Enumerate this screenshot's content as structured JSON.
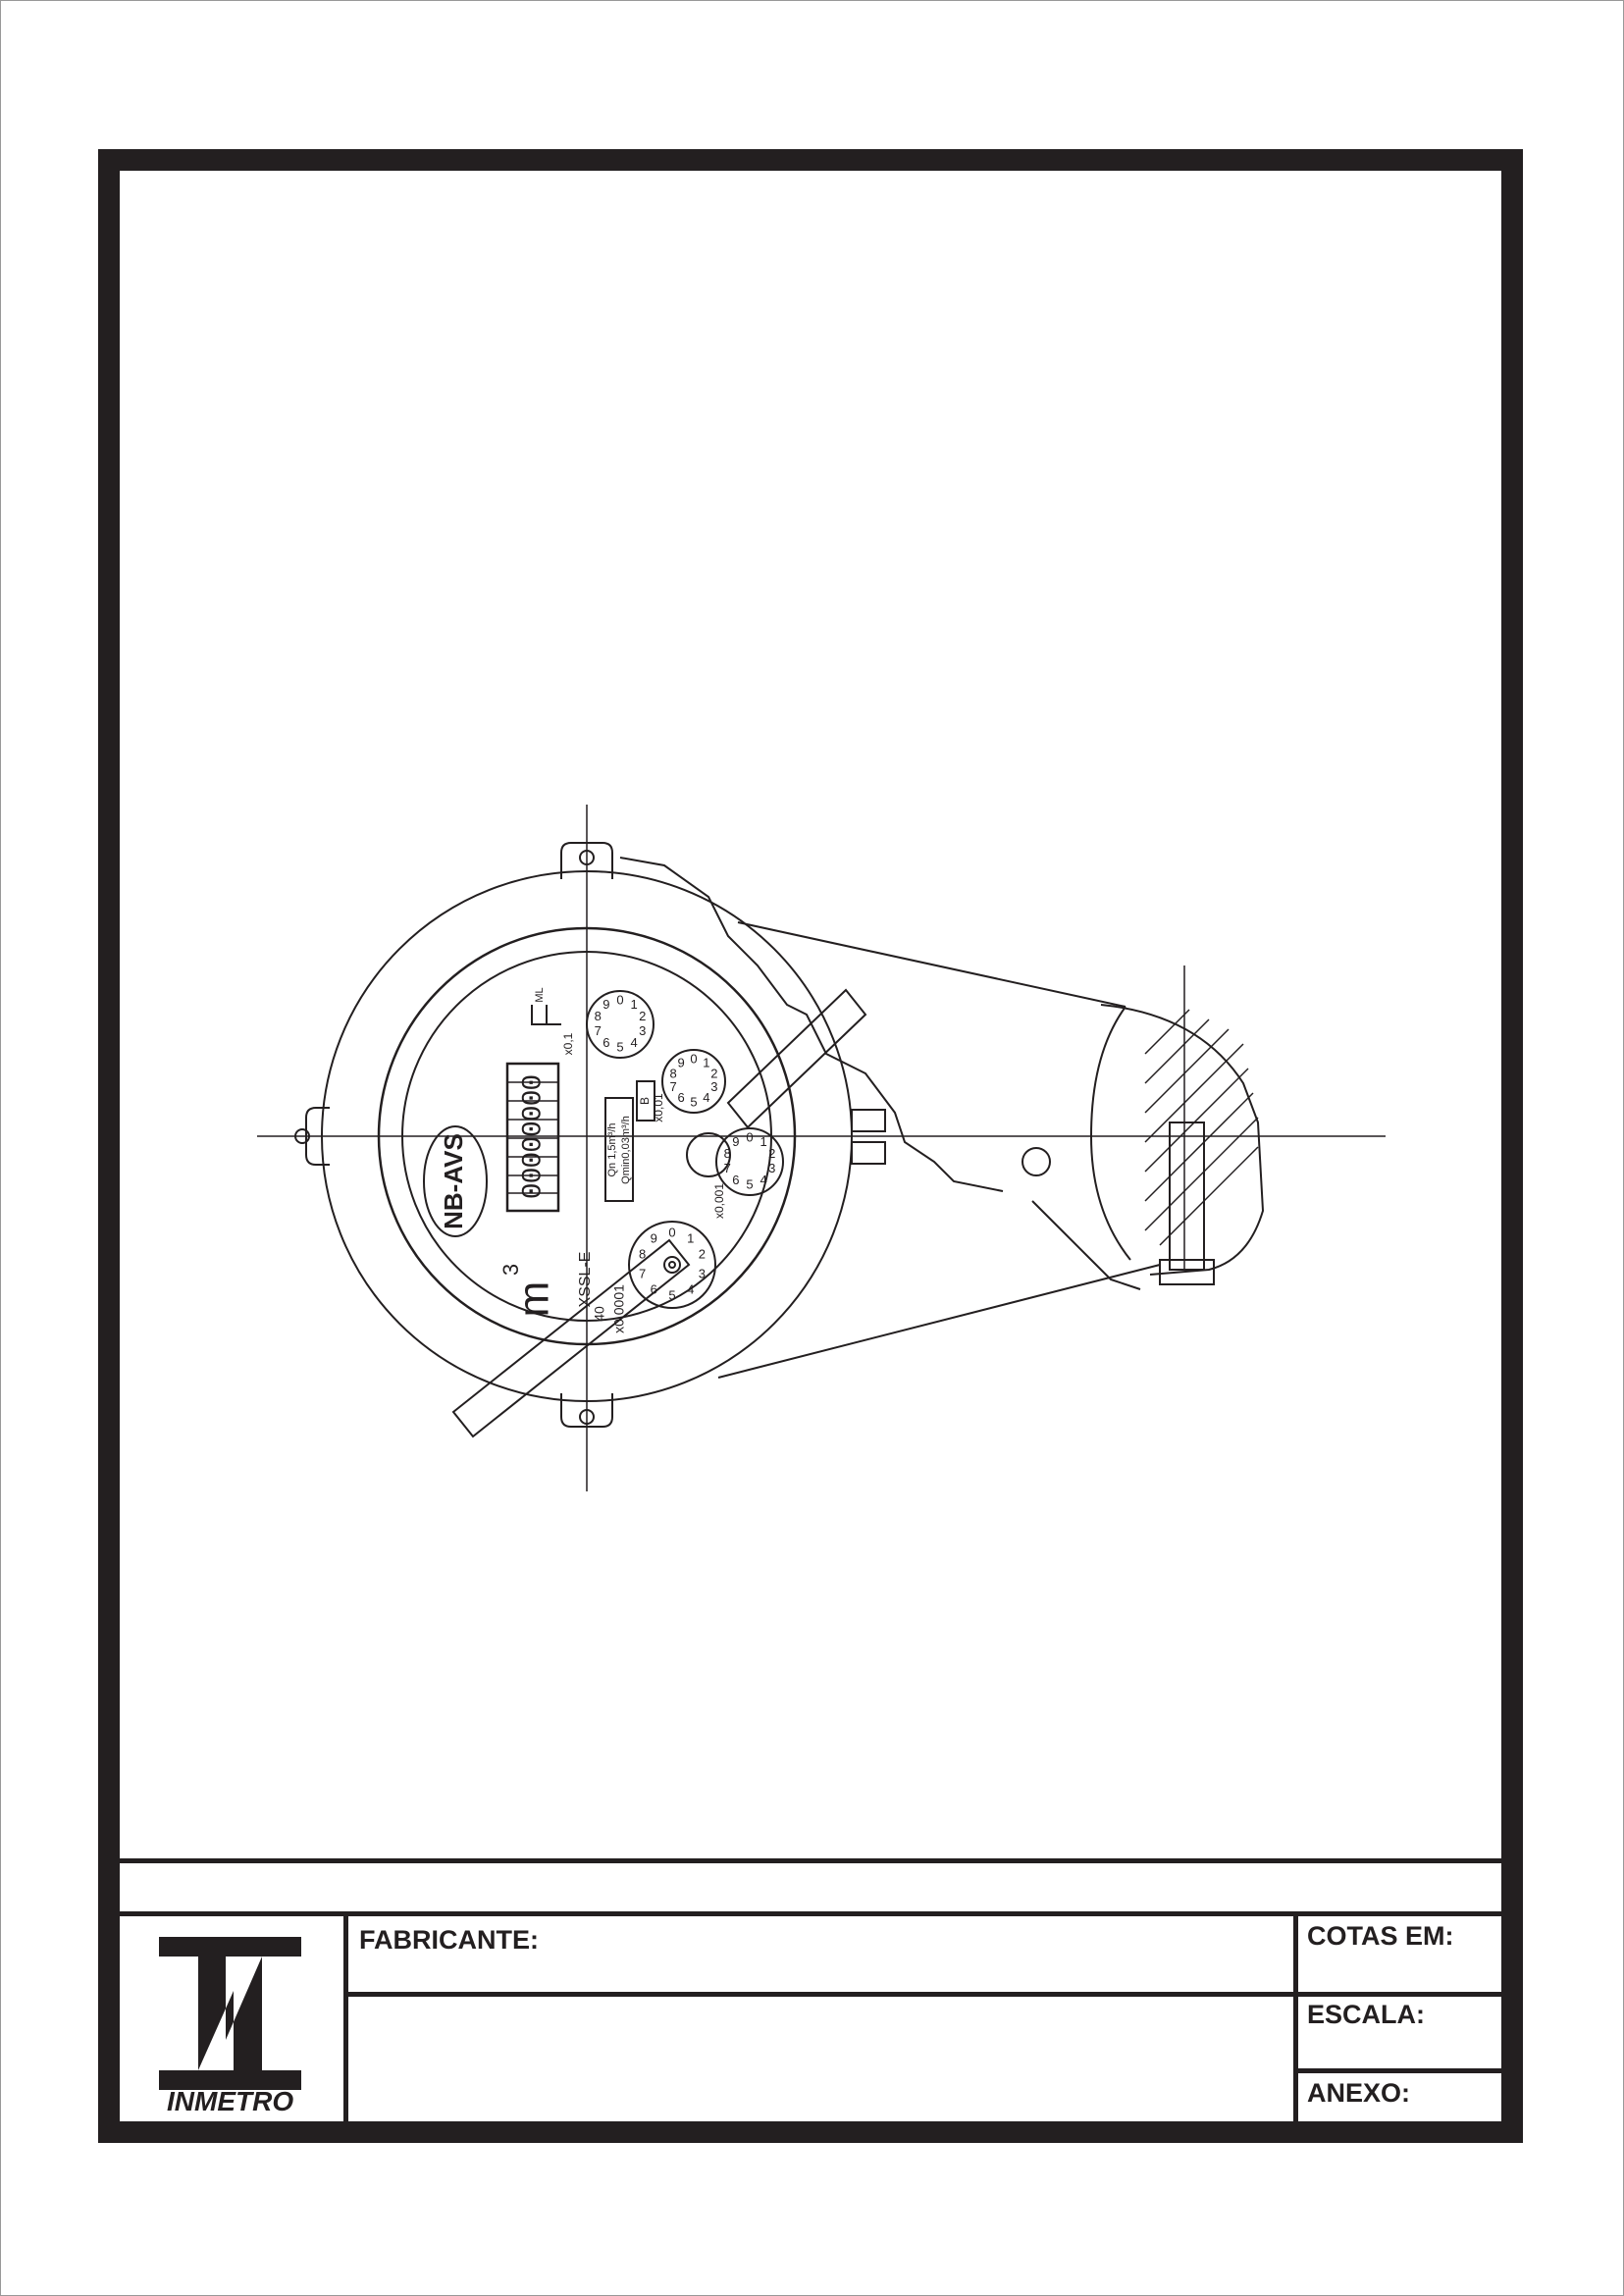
{
  "title_block": {
    "manufacturer_label": "FABRICANTE:",
    "dimensions_label": "COTAS EM:",
    "scale_label": "ESCALA:",
    "annex_label": "ANEXO:",
    "logo_text": "INMETRO"
  },
  "meter": {
    "brand": "NB-AVS",
    "counter_digits": "00000000",
    "unit": "m",
    "unit_exponent": "3",
    "dial_marks": [
      "x0,1",
      "x0,01",
      "x0,001",
      "x0,0001"
    ],
    "dial_numbers": [
      "0",
      "1",
      "2",
      "3",
      "4",
      "5",
      "6",
      "7",
      "8",
      "9"
    ],
    "rating_text_1": "Qn 1,5m³/h",
    "rating_text_2": "Qmin0,03m³/h",
    "class_text": "B",
    "small_labels": [
      "ML",
      "XSSL-E",
      "40"
    ]
  },
  "colors": {
    "ink": "#231f20",
    "paper": "#ffffff"
  }
}
